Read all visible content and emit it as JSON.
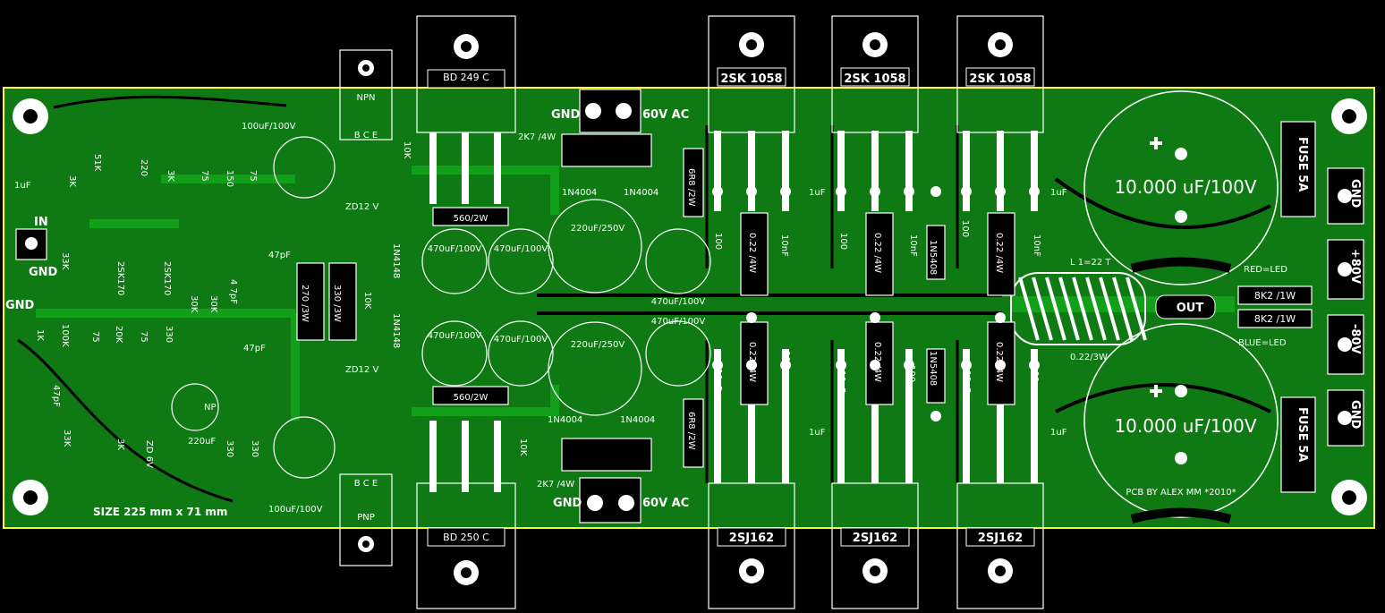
{
  "colors": {
    "background": "#000000",
    "copper": "#0f7a14",
    "trace": "#12a01a",
    "board_edge": "#ffff33",
    "silkscreen": "#ffffff",
    "pad": "#ffffff"
  },
  "labels": {
    "bd249": "BD 249 C",
    "bd250": "BD 250 C",
    "npn": "NPN",
    "pnp": "PNP",
    "bce_top": "B C E",
    "bce_bot": "B C E",
    "gnd_top": "GND",
    "v60_top": "60V AC",
    "gnd_bot": "GND",
    "v60_bot": "60V AC",
    "sk1": "2SK 1058",
    "sk2": "2SK 1058",
    "sk3": "2SK 1058",
    "sj1": "2SJ162",
    "sj2": "2SJ162",
    "sj3": "2SJ162",
    "cap_big_top": "10.000 uF/100V",
    "cap_big_bot": "10.000 uF/100V",
    "fuse_top": "FUSE 5A",
    "fuse_bot": "FUSE 5A",
    "gnd_r1": "GND",
    "p80": "+80V",
    "m80": "-80V",
    "gnd_r2": "GND",
    "red_led": "RED=LED",
    "blue_led": "BLUE=LED",
    "r8k2a": "8K2 /1W",
    "r8k2b": "8K2 /1W",
    "out": "OUT",
    "coil": "L 1=22 T",
    "r022_3w": "0.22/3W",
    "credit": "PCB BY ALEX MM *2010*",
    "size": "SIZE 225 mm x 71 mm",
    "in": "IN",
    "gnd_in": "GND",
    "gnd_left": "GND",
    "c100u_top": "100uF/100V",
    "c100u_bot": "100uF/100V",
    "r2k7_top": "2K7 /4W",
    "r2k7_bot": "2K7 /4W",
    "d1n4004_a": "1N4004",
    "d1n4004_b": "1N4004",
    "d1n4004_c": "1N4004",
    "d1n4004_d": "1N4004",
    "r560_top": "560/2W",
    "r560_bot": "560/2W",
    "c220_top": "220uF/250V",
    "c220_bot": "220uF/250V",
    "c470_a": "470uF/100V",
    "c470_b": "470uF/100V",
    "c470_c": "470uF/100V",
    "c470_d": "470uF/100V",
    "c470_e": "470uF/100V",
    "c470_f": "470uF/100V",
    "r6r8_top": "6R8 /2W",
    "r6r8_bot": "6R8 /2W",
    "zd_top": "ZD12 V",
    "zd_bot": "ZD12 V",
    "r270": "270 /3W",
    "r330_3w": "330 /3W",
    "d4148a": "1N4148",
    "d4148b": "1N4148",
    "c47p_a": "47pF",
    "c47p_b": "47pF",
    "c47p_c": "47pF",
    "c47p_d": "4 7pF",
    "c1u": "1uF",
    "c220u_np": "220uF",
    "np": "NP",
    "zd6v": "ZD 6V",
    "k2sk170a": "2SK170",
    "k2sk170b": "2SK170",
    "r_3k_a": "3K",
    "r_51k": "51K",
    "r_220": "220",
    "r_3k_b": "3K",
    "r_75a": "75",
    "r_150": "150",
    "r_75b": "75",
    "r_33k_a": "33K",
    "r_1k": "1K",
    "r_100k": "100K",
    "r_75c": "75",
    "r_20k": "20K",
    "r_75d": "75",
    "r_330a": "330",
    "r_30k_a": "30K",
    "r_30k_b": "30K",
    "r_10k_a": "10K",
    "r_10k_b": "10K",
    "r_10k_c": "10K",
    "r_33k_b": "33K",
    "r_3k_c": "3K",
    "r_330b": "330",
    "r_330c": "330",
    "r_022a": "0.22 /4W",
    "r_022b": "0.22 /4W",
    "r_022c": "0.22 /4W",
    "r_022d": "0.22 /4W",
    "r_022e": "0.22 /4W",
    "r_022f": "0.22 /4W",
    "r_100a": "100",
    "r_100b": "100",
    "r_100c": "100",
    "r_100d": "100",
    "r_100e": "100",
    "r_100f": "100",
    "c10n_a": "10nF",
    "c10n_b": "10nF",
    "c10n_c": "10nF",
    "c10n_d": "10nF",
    "c10n_e": "10nF",
    "c10n_f": "10nF",
    "c1u_a": "1uF",
    "c1u_b": "1uF",
    "c1u_c": "1uF",
    "c1u_d": "1uF",
    "d5408a": "1N5408",
    "d5408b": "1N5408"
  }
}
